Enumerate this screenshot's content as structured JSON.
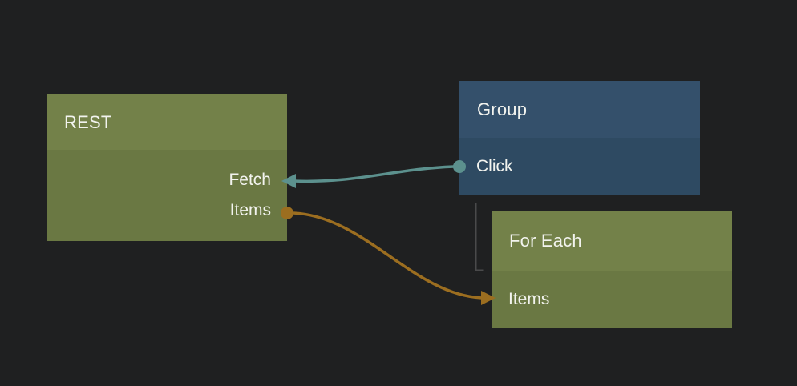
{
  "canvas": {
    "background_color": "#1f2021"
  },
  "nodes": {
    "rest": {
      "title": "REST",
      "header_color": "#738149",
      "body_color": "#6a7843",
      "ports": {
        "fetch": {
          "label": "Fetch"
        },
        "items": {
          "label": "Items"
        }
      }
    },
    "group": {
      "title": "Group",
      "header_color": "#34506b",
      "body_color": "#2e4a62",
      "ports": {
        "click": {
          "label": "Click"
        }
      }
    },
    "for_each": {
      "title": "For Each",
      "header_color": "#738149",
      "body_color": "#6a7843",
      "ports": {
        "items": {
          "label": "Items"
        }
      }
    }
  },
  "connections": {
    "click_to_fetch": {
      "from": "Group.Click",
      "to": "REST.Fetch",
      "color": "#5c918e"
    },
    "items_to_items": {
      "from": "REST.Items",
      "to": "For Each.Items",
      "color": "#9c6e20"
    },
    "group_to_foreach": {
      "from": "Group",
      "to": "For Each",
      "color": "#4a4a4b"
    }
  }
}
